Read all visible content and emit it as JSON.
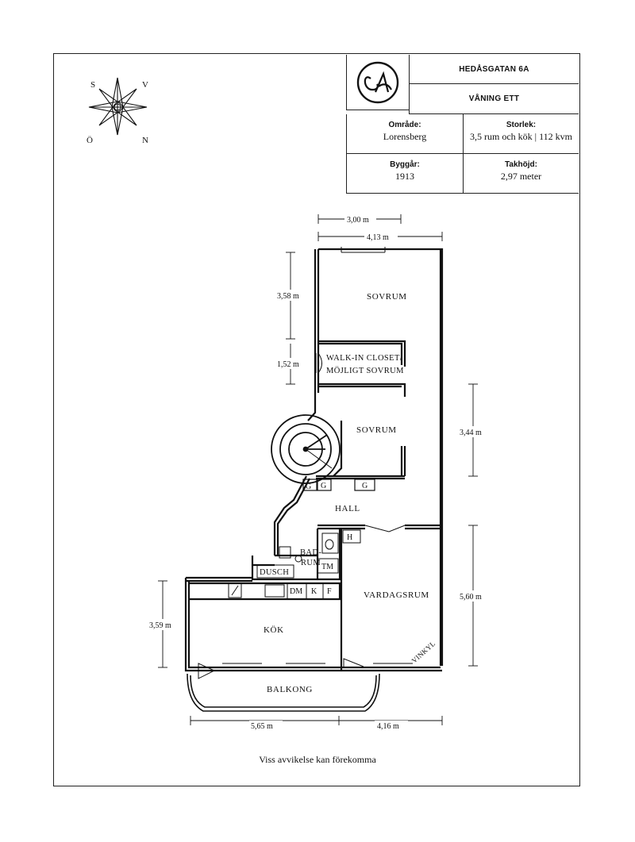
{
  "header": {
    "address": "HEDÅSGATAN 6A",
    "floor": "VÅNING ETT",
    "logo_text": "CA"
  },
  "info": {
    "area_label": "Område:",
    "area_value": "Lorensberg",
    "size_label": "Storlek:",
    "size_value": "3,5 rum och kök | 112 kvm",
    "built_label": "Byggår:",
    "built_value": "1913",
    "ceiling_label": "Takhöjd:",
    "ceiling_value": "2,97 meter"
  },
  "compass": {
    "s": "S",
    "v": "V",
    "o": "Ö",
    "n": "N",
    "icon": "compass-rose-icon"
  },
  "rooms": {
    "sovrum_1": "SOVRUM",
    "walk_in_1": "WALK-IN CLOSET/",
    "walk_in_2": "MÖJLIGT SOVRUM",
    "sovrum_2": "SOVRUM",
    "hall": "HALL",
    "badrum_1": "BAD-",
    "badrum_2": "RUM",
    "dusch": "DUSCH",
    "vardagsrum": "VARDAGSRUM",
    "kok": "KÖK",
    "balkong": "BALKONG",
    "vinkyl": "VINKYL"
  },
  "fixtures": {
    "g": "G",
    "h": "H",
    "tm": "TM",
    "dm": "DM",
    "k": "K",
    "f": "F"
  },
  "dimensions": {
    "top_inner": "3,00 m",
    "top_outer": "4,13 m",
    "sovrum_height": "3,58 m",
    "closet_height": "1,52 m",
    "sovrum2_height": "3,44 m",
    "vardagsrum_height": "5,60 m",
    "kok_height": "3,59 m",
    "bottom_left": "5,65 m",
    "bottom_right": "4,16 m"
  },
  "footer": {
    "note": "Viss avvikelse kan förekomma"
  }
}
